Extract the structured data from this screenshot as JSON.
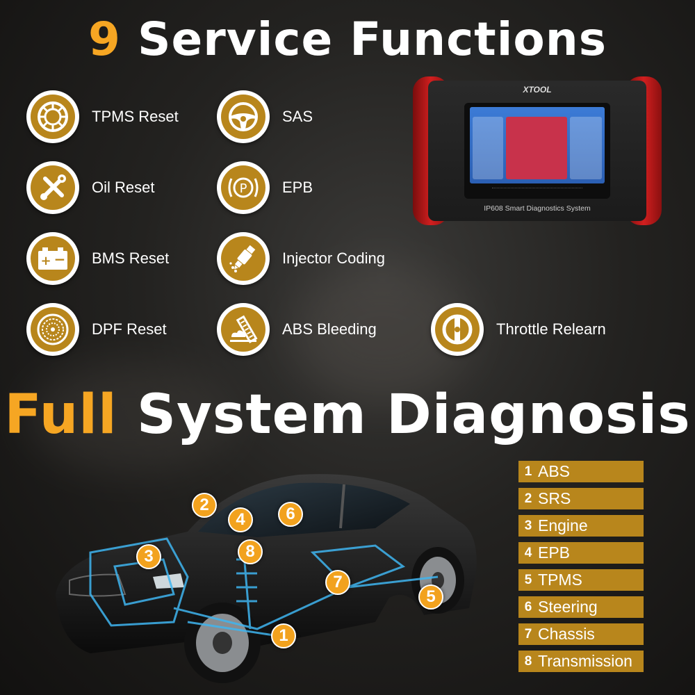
{
  "title_service": {
    "number": "9",
    "text": "Service Functions"
  },
  "title_diagnosis": {
    "highlight": "Full",
    "text": "System Diagnosis"
  },
  "functions": [
    {
      "label": "TPMS Reset",
      "icon": "tire-icon"
    },
    {
      "label": "SAS",
      "icon": "steering-wheel-icon"
    },
    {
      "label": "Oil Reset",
      "icon": "wrench-screwdriver-icon"
    },
    {
      "label": "EPB",
      "icon": "parking-brake-icon"
    },
    {
      "label": "BMS Reset",
      "icon": "battery-icon"
    },
    {
      "label": "Injector Coding",
      "icon": "injector-icon"
    },
    {
      "label": "DPF Reset",
      "icon": "dpf-filter-icon"
    },
    {
      "label": "ABS Bleeding",
      "icon": "abs-bleeding-icon"
    },
    {
      "label": "Throttle Relearn",
      "icon": "throttle-icon"
    }
  ],
  "device": {
    "brand": "XTOOL",
    "caption": "IP608 Smart Diagnostics System"
  },
  "systems": [
    {
      "num": "1",
      "name": "ABS"
    },
    {
      "num": "2",
      "name": "SRS"
    },
    {
      "num": "3",
      "name": "Engine"
    },
    {
      "num": "4",
      "name": "EPB"
    },
    {
      "num": "5",
      "name": "TPMS"
    },
    {
      "num": "6",
      "name": "Steering"
    },
    {
      "num": "7",
      "name": "Chassis"
    },
    {
      "num": "8",
      "name": "Transmission"
    }
  ],
  "markers": [
    "1",
    "2",
    "3",
    "4",
    "5",
    "6",
    "7",
    "8"
  ],
  "colors": {
    "accent": "#b8861c",
    "title_highlight": "#f6a623",
    "marker": "#f2a21e",
    "device_grip": "#c81a1a"
  }
}
